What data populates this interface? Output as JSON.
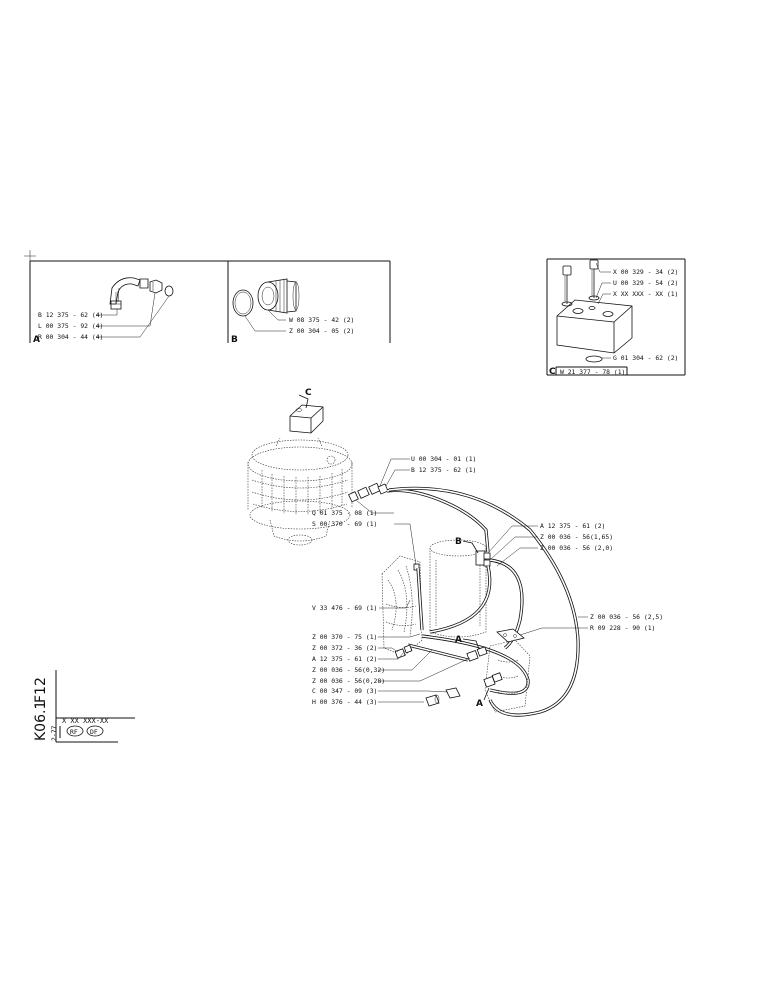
{
  "sheet": {
    "code_line1": "F12",
    "code_line2": "K06.1",
    "part_no": "X XX  XXX-XX",
    "date": "2-77",
    "stamp_left": "RF",
    "stamp_right": "DF"
  },
  "detail_a": {
    "letter": "A",
    "parts": [
      "B 12 375 - 62 (4)",
      "L 00 375 - 92 (4)",
      "R 00 304 - 44 (4)"
    ]
  },
  "detail_b": {
    "letter": "B",
    "parts": [
      "W 08 375 - 42 (2)",
      "Z 00 304 - 05 (2)"
    ]
  },
  "detail_c": {
    "letter": "C",
    "parts": [
      "X 00 329 - 34 (2)",
      "U 00 329 - 54 (2)",
      "X XX XXX - XX (1)",
      "G 01 304 - 62 (2)"
    ],
    "bottom_part": "W 21 377 - 78 (1)"
  },
  "callouts": {
    "c": "C",
    "b": "B",
    "a_upper": "A",
    "a_lower": "A"
  },
  "main_labels": {
    "u00304": "U 00 304 - 01 (1)",
    "b12375": "B 12 375 - 62 (1)",
    "q01375": "Q 01 375 - 08 (1)",
    "s00370": "S 00 370 - 69 (1)",
    "a12375r": "A 12 375 - 61 (2)",
    "z00036_165": "Z 00 036 - 56(1,65)",
    "z00036_20": "Z 00 036 - 56 (2,0)",
    "v33476": "V 33 476 - 69 (1)",
    "z00036_25": "Z 00 036 - 56 (2,5)",
    "r09228": "R 09 228 - 90 (1)",
    "z00370": "Z 00 370 - 75 (1)",
    "z00372": "Z 00 372 - 36 (2)",
    "a12375l": "A 12 375 - 61 (2)",
    "z00036_032": "Z 00 036 - 56(0,32)",
    "z00036_028": "Z 00 036 - 56(0,28)",
    "c00347": "C 00 347 - 09 (3)",
    "h00376": "H 00 376 - 44 (3)"
  }
}
